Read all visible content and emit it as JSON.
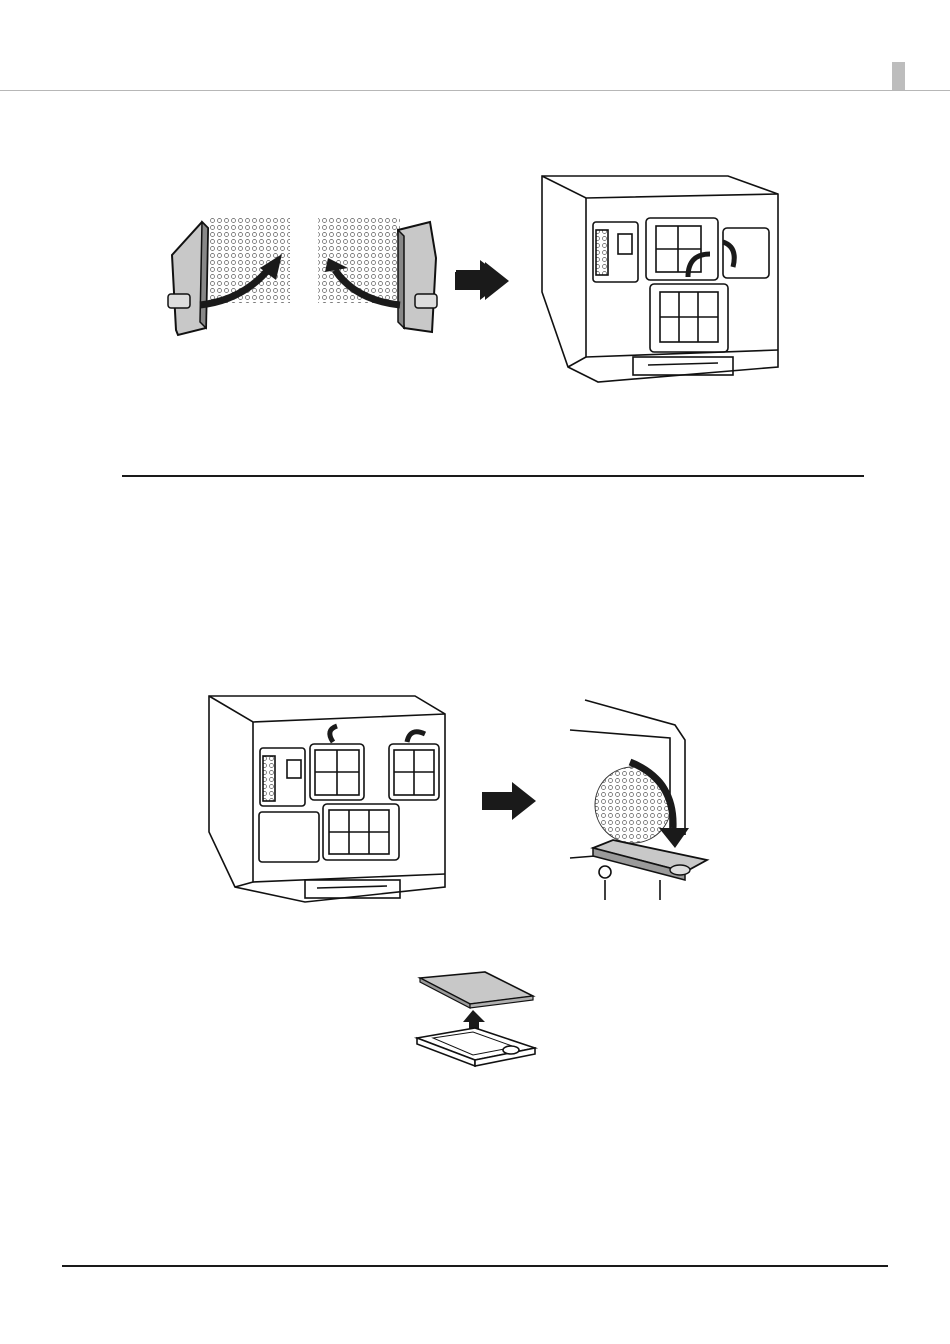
{
  "page": {
    "background": "#ffffff",
    "rule_color": "#1a1a1a",
    "header_rule_color": "#b7b7b7",
    "tab_color": "#bdbdbd",
    "filter_gray": "#c8c8c8",
    "arrow_color": "#1a1a1a"
  },
  "figures": [
    {
      "id": "fig-filters-reattach",
      "icons": [
        "filter-panel-icon",
        "curved-arrow-icon",
        "perforated-grille-icon"
      ]
    },
    {
      "id": "fig-printer-rear-fans",
      "icons": [
        "printer-rear-icon",
        "rotate-arrow-icon"
      ]
    },
    {
      "id": "fig-printer-rear-open",
      "icons": [
        "printer-rear-icon",
        "rotate-arrow-icon"
      ]
    },
    {
      "id": "fig-filter-cover-open",
      "icons": [
        "perforated-grille-icon",
        "curved-arrow-icon",
        "filter-cover-icon"
      ]
    },
    {
      "id": "fig-filter-sponge-remove",
      "icons": [
        "filter-sponge-icon",
        "filter-cover-icon",
        "up-arrow-icon"
      ]
    }
  ]
}
